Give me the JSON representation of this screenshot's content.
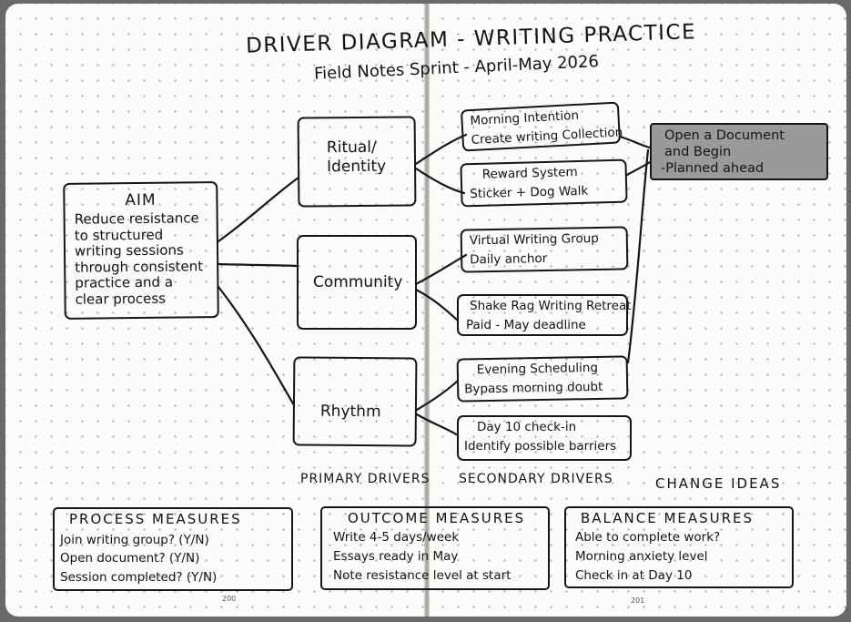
{
  "title": "DRIVER DIAGRAM - WRITING PRACTICE",
  "subtitle": "Field Notes Sprint - April-May 2026",
  "aim": {
    "heading": "AIM",
    "text": "Reduce resistance to structured writing sessions through consistent practice and a clear process"
  },
  "primary_drivers": [
    "Ritual/ Identity",
    "Community",
    "Rhythm"
  ],
  "secondary_drivers": [
    {
      "line1": "Morning Intention",
      "line2": "Create writing Collection"
    },
    {
      "line1": "Reward System",
      "line2": "Sticker + Dog Walk"
    },
    {
      "line1": "Virtual Writing Group",
      "line2": "Daily anchor"
    },
    {
      "line1": "Shake Rag Writing Retreat",
      "line2": "Paid - May deadline"
    },
    {
      "line1": "Evening Scheduling",
      "line2": "Bypass morning doubt"
    },
    {
      "line1": "Day 10 check-in",
      "line2": "Identify possible barriers"
    }
  ],
  "change_idea": {
    "line1": "Open a Document",
    "line2": "and Begin",
    "line3": "-Planned ahead"
  },
  "column_labels": {
    "primary": "PRIMARY DRIVERS",
    "secondary": "SECONDARY DRIVERS",
    "change": "CHANGE IDEAS"
  },
  "measures": {
    "process": {
      "heading": "PROCESS MEASURES",
      "items": [
        "Join writing group? (Y/N)",
        "Open document? (Y/N)",
        "Session completed? (Y/N)"
      ]
    },
    "outcome": {
      "heading": "OUTCOME MEASURES",
      "items": [
        "Write 4-5 days/week",
        "Essays ready in May",
        "Note resistance level at start"
      ]
    },
    "balance": {
      "heading": "BALANCE MEASURES",
      "items": [
        "Able to complete work?",
        "Morning anxiety level",
        "Check in at Day 10"
      ]
    }
  },
  "page_numbers": {
    "left": "200",
    "right": "201"
  }
}
